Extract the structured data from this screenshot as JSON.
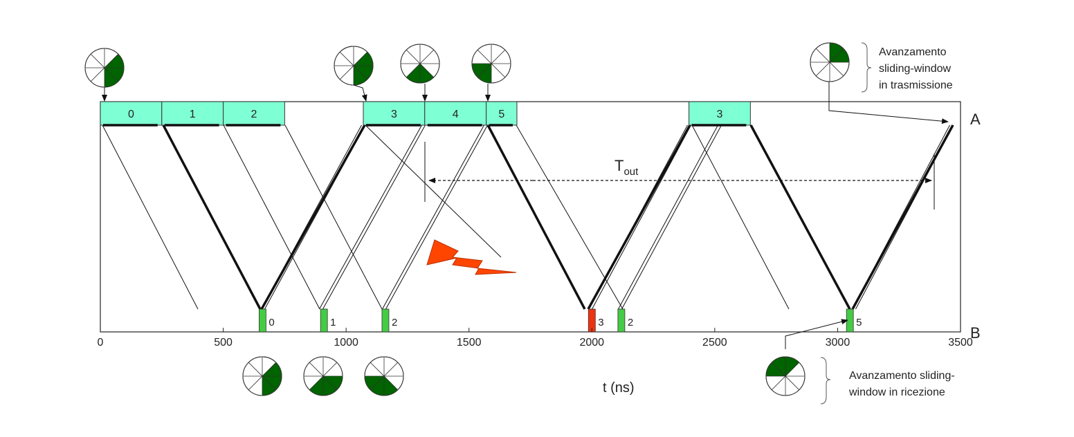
{
  "colors": {
    "frame": "#7fffd4",
    "ack_ok": "#44cc44",
    "ack_err": "#ee3311",
    "window_fill": "#006400",
    "lightning": "#ff4500",
    "line": "#111111"
  },
  "station_labels": {
    "top": "A",
    "bottom": "B"
  },
  "axis": {
    "label": "t (ns)",
    "ticks": [
      "0",
      "500",
      "1000",
      "1500",
      "2000",
      "2500",
      "3000",
      "3500"
    ]
  },
  "tout": {
    "main": "T",
    "sub": "out"
  },
  "notes": {
    "tx": [
      "Avanzamento",
      "sliding-window",
      "in trasmissione"
    ],
    "rx": [
      "Avanzamento sliding-",
      "window in ricezione"
    ]
  },
  "frames": [
    {
      "label": "0",
      "start": 0,
      "end": 250
    },
    {
      "label": "1",
      "start": 250,
      "end": 500
    },
    {
      "label": "2",
      "start": 500,
      "end": 750
    },
    {
      "label": "3",
      "start": 1070,
      "end": 1320
    },
    {
      "label": "4",
      "start": 1320,
      "end": 1570
    },
    {
      "label": "5",
      "start": 1570,
      "end": 1695
    },
    {
      "label": "3",
      "start": 2395,
      "end": 2645
    }
  ],
  "acks": [
    {
      "label": "0",
      "t": 660,
      "status": "ok"
    },
    {
      "label": "1",
      "t": 910,
      "status": "ok"
    },
    {
      "label": "2",
      "t": 1160,
      "status": "ok"
    },
    {
      "label": "3",
      "t": 2000,
      "status": "error"
    },
    {
      "label": "2",
      "t": 2120,
      "status": "ok"
    },
    {
      "label": "5",
      "t": 3050,
      "status": "ok"
    }
  ],
  "tx_windows": [
    {
      "filled": [
        1,
        2,
        3
      ]
    },
    {
      "filled": [
        1,
        2,
        3
      ]
    },
    {
      "filled": [
        3,
        4
      ]
    },
    {
      "filled": [
        4,
        5
      ]
    },
    {
      "filled": [
        0,
        1
      ]
    }
  ],
  "rx_windows": [
    {
      "filled": [
        1,
        2,
        3
      ]
    },
    {
      "filled": [
        2,
        3,
        4
      ]
    },
    {
      "filled": [
        3,
        4,
        5
      ]
    },
    {
      "filled": [
        6,
        7,
        0
      ]
    }
  ]
}
